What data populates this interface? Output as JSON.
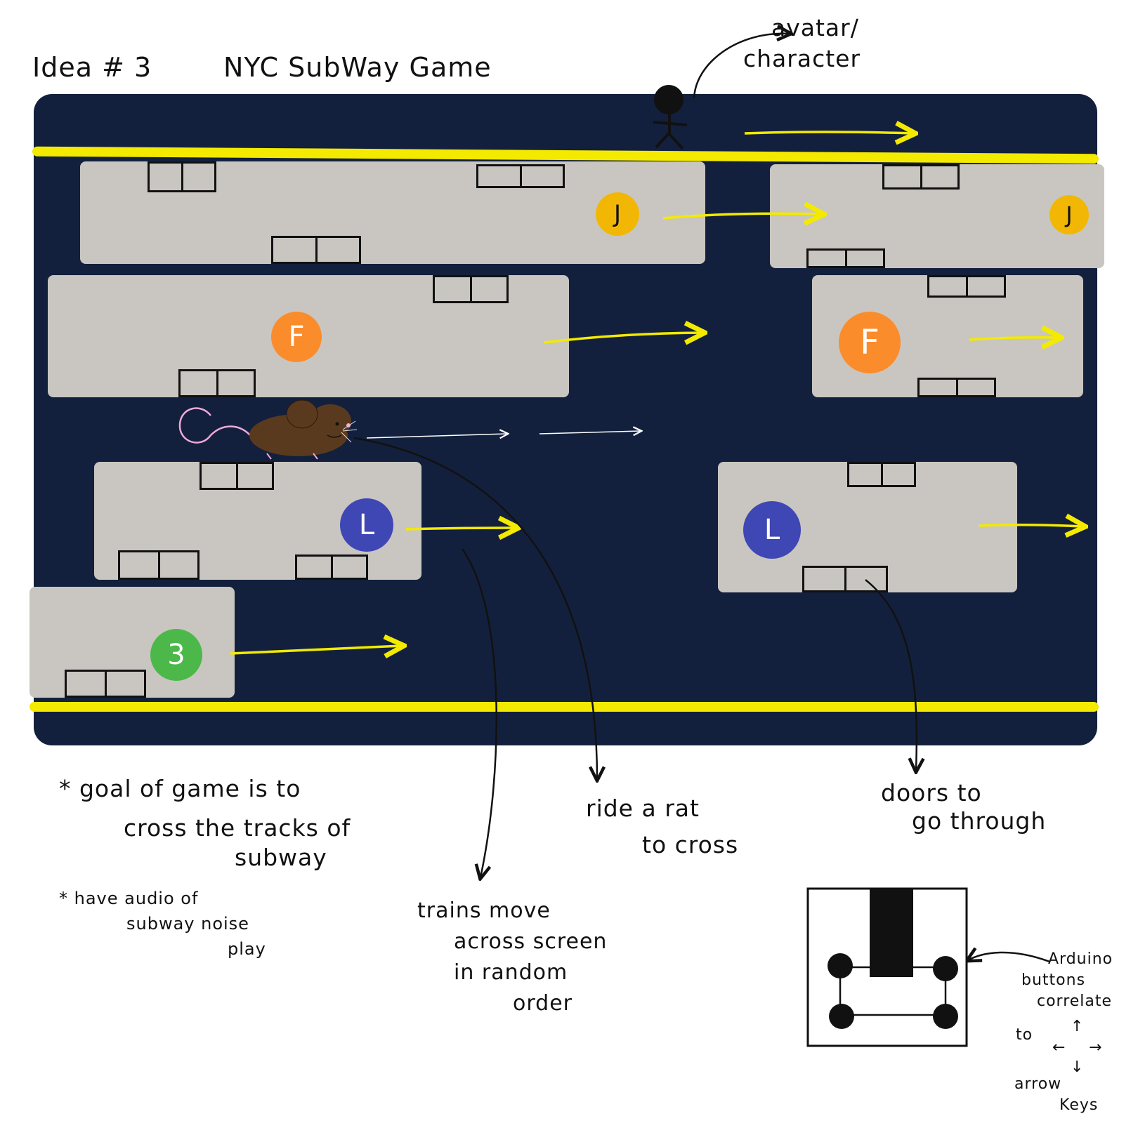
{
  "header": {
    "idea": "Idea # 3",
    "title": "NYC SubWay Game"
  },
  "labels": {
    "avatar": [
      "avatar/",
      "character"
    ],
    "rat": [
      "ride a rat",
      "to cross"
    ],
    "doors": [
      "doors to",
      "go through"
    ],
    "trains": [
      "trains move",
      "across screen",
      "in random",
      "order"
    ],
    "arduino": [
      "Arduino",
      "buttons",
      "correlate",
      "to",
      "arrow",
      "Keys"
    ]
  },
  "notes": {
    "goal": [
      "* goal of game is to",
      "cross the tracks of",
      "subway"
    ],
    "audio": [
      "* have audio of",
      "subway noise",
      "play"
    ]
  },
  "lines": [
    {
      "letter": "J",
      "color": "#f2b705",
      "text_color": "#111111"
    },
    {
      "letter": "F",
      "color": "#fb8c2c",
      "text_color": "#ffffff"
    },
    {
      "letter": "L",
      "color": "#3f47b4",
      "text_color": "#ffffff"
    },
    {
      "letter": "3",
      "color": "#4cb849",
      "text_color": "#ffffff"
    }
  ],
  "colors": {
    "board": "#13203d",
    "rail": "#f3ea00",
    "train_car": "#c9c6c1",
    "arrow": "#f3ea00",
    "rat": "#5a3a1e",
    "rat_tail": "#f0a8d8"
  },
  "arrow_keys": [
    "↑",
    "←",
    "→",
    "↓"
  ]
}
